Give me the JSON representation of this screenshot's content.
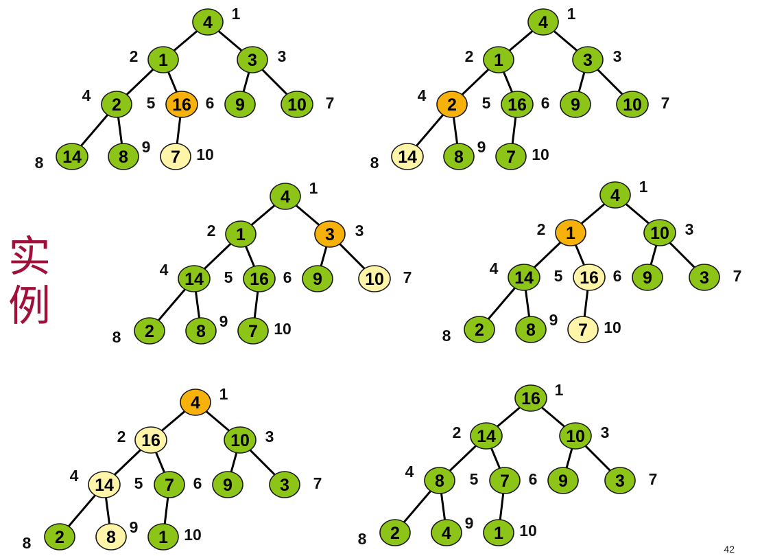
{
  "side_title": [
    "实",
    "例"
  ],
  "page_number": "42",
  "colors": {
    "normal": "#8cc417",
    "current": "#f6b10a",
    "compared": "#fff5a8",
    "side_title": "#a0103a"
  },
  "trees": [
    {
      "name": "step-1",
      "values": [
        4,
        1,
        3,
        2,
        16,
        9,
        10,
        14,
        8,
        7
      ],
      "states": [
        "normal",
        "normal",
        "normal",
        "normal",
        "current",
        "normal",
        "normal",
        "normal",
        "normal",
        "compared"
      ]
    },
    {
      "name": "step-2",
      "values": [
        4,
        1,
        3,
        2,
        16,
        9,
        10,
        14,
        8,
        7
      ],
      "states": [
        "normal",
        "normal",
        "normal",
        "current",
        "normal",
        "normal",
        "normal",
        "compared",
        "normal",
        "normal"
      ]
    },
    {
      "name": "step-3",
      "values": [
        4,
        1,
        3,
        14,
        16,
        9,
        10,
        2,
        8,
        7
      ],
      "states": [
        "normal",
        "normal",
        "current",
        "normal",
        "normal",
        "normal",
        "compared",
        "normal",
        "normal",
        "normal"
      ]
    },
    {
      "name": "step-4",
      "values": [
        4,
        1,
        10,
        14,
        16,
        9,
        3,
        2,
        8,
        7
      ],
      "states": [
        "normal",
        "current",
        "normal",
        "normal",
        "compared",
        "normal",
        "normal",
        "normal",
        "normal",
        "compared"
      ]
    },
    {
      "name": "step-5",
      "values": [
        4,
        16,
        10,
        14,
        7,
        9,
        3,
        2,
        8,
        1
      ],
      "states": [
        "current",
        "compared",
        "normal",
        "compared",
        "normal",
        "normal",
        "normal",
        "normal",
        "compared",
        "normal"
      ]
    },
    {
      "name": "step-6",
      "values": [
        16,
        14,
        10,
        8,
        7,
        9,
        3,
        2,
        4,
        1
      ],
      "states": [
        "normal",
        "normal",
        "normal",
        "normal",
        "normal",
        "normal",
        "normal",
        "normal",
        "normal",
        "normal"
      ]
    }
  ]
}
